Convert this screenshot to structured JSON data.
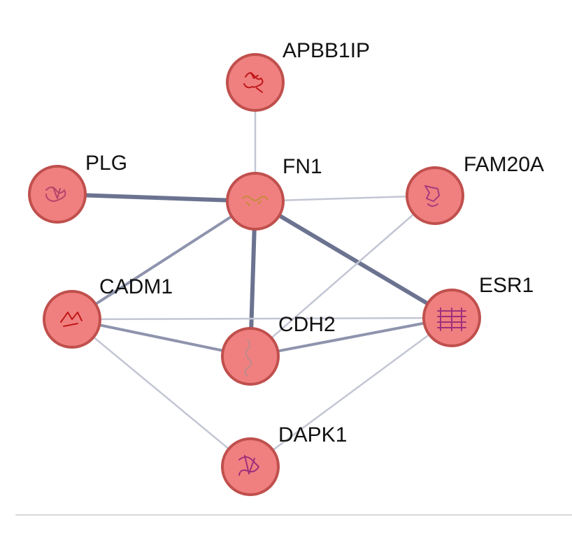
{
  "diagram": {
    "type": "protein-interaction-network",
    "colors": {
      "node_fill": "#f08080",
      "node_stroke": "#c0504d",
      "edge_strong": "#6b7390",
      "edge_medium": "#8e94ad",
      "edge_weak": "#c3c6d4"
    },
    "nodes": [
      {
        "id": "APBB1IP",
        "label": "APBB1IP",
        "icon": "protein-structure-icon"
      },
      {
        "id": "PLG",
        "label": "PLG",
        "icon": "protein-structure-icon"
      },
      {
        "id": "FN1",
        "label": "FN1",
        "icon": "protein-structure-icon"
      },
      {
        "id": "FAM20A",
        "label": "FAM20A",
        "icon": "protein-structure-icon"
      },
      {
        "id": "CADM1",
        "label": "CADM1",
        "icon": "protein-structure-icon"
      },
      {
        "id": "CDH2",
        "label": "CDH2",
        "icon": "protein-structure-icon"
      },
      {
        "id": "ESR1",
        "label": "ESR1",
        "icon": "protein-structure-icon"
      },
      {
        "id": "DAPK1",
        "label": "DAPK1",
        "icon": "protein-structure-icon"
      }
    ],
    "edges": [
      {
        "source": "APBB1IP",
        "target": "FN1",
        "strength": "weak"
      },
      {
        "source": "PLG",
        "target": "FN1",
        "strength": "strong"
      },
      {
        "source": "FN1",
        "target": "FAM20A",
        "strength": "weak"
      },
      {
        "source": "FN1",
        "target": "CADM1",
        "strength": "medium"
      },
      {
        "source": "FN1",
        "target": "CDH2",
        "strength": "strong"
      },
      {
        "source": "FN1",
        "target": "ESR1",
        "strength": "strong"
      },
      {
        "source": "FAM20A",
        "target": "CDH2",
        "strength": "weak"
      },
      {
        "source": "CADM1",
        "target": "ESR1",
        "strength": "weak"
      },
      {
        "source": "CADM1",
        "target": "CDH2",
        "strength": "medium"
      },
      {
        "source": "CADM1",
        "target": "DAPK1",
        "strength": "weak"
      },
      {
        "source": "CDH2",
        "target": "ESR1",
        "strength": "medium"
      },
      {
        "source": "ESR1",
        "target": "DAPK1",
        "strength": "weak"
      }
    ]
  }
}
